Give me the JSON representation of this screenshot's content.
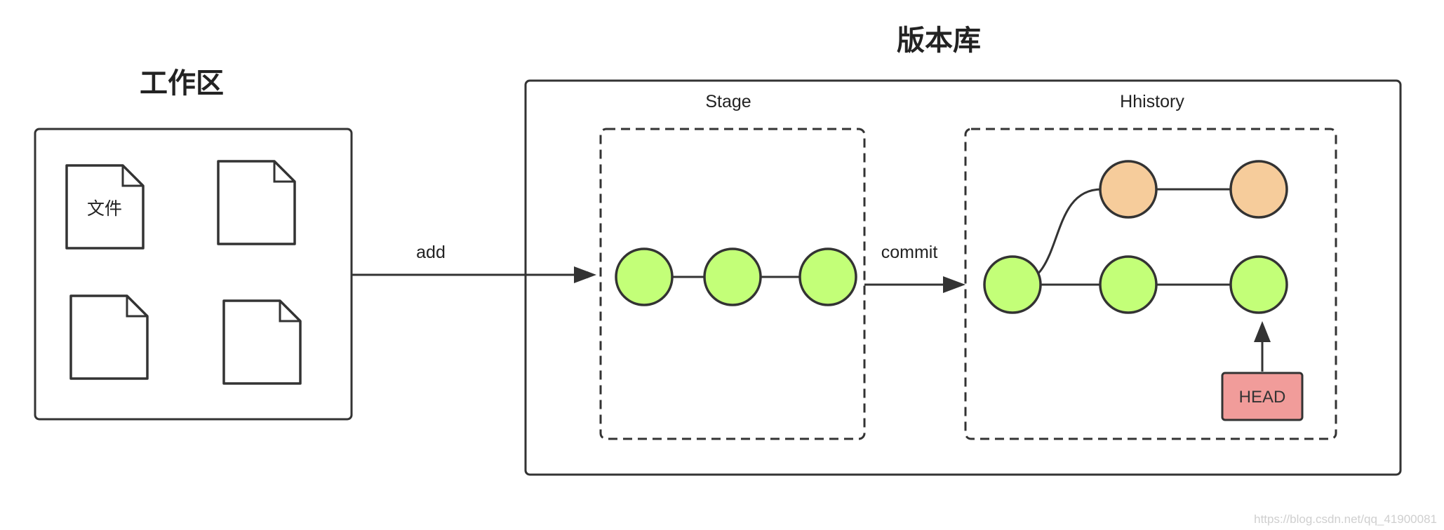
{
  "workspace": {
    "title": "工作区",
    "file_label": "文件"
  },
  "repository": {
    "title": "版本库",
    "stage": {
      "label": "Stage"
    },
    "history": {
      "label": "Hhistory",
      "head_label": "HEAD"
    }
  },
  "arrows": {
    "add_label": "add",
    "commit_label": "commit"
  },
  "colors": {
    "green_node": "#c3ff78",
    "orange_node": "#f6cc9b",
    "head_box": "#f19c9a",
    "stroke": "#333333"
  },
  "watermark": "https://blog.csdn.net/qq_41900081"
}
